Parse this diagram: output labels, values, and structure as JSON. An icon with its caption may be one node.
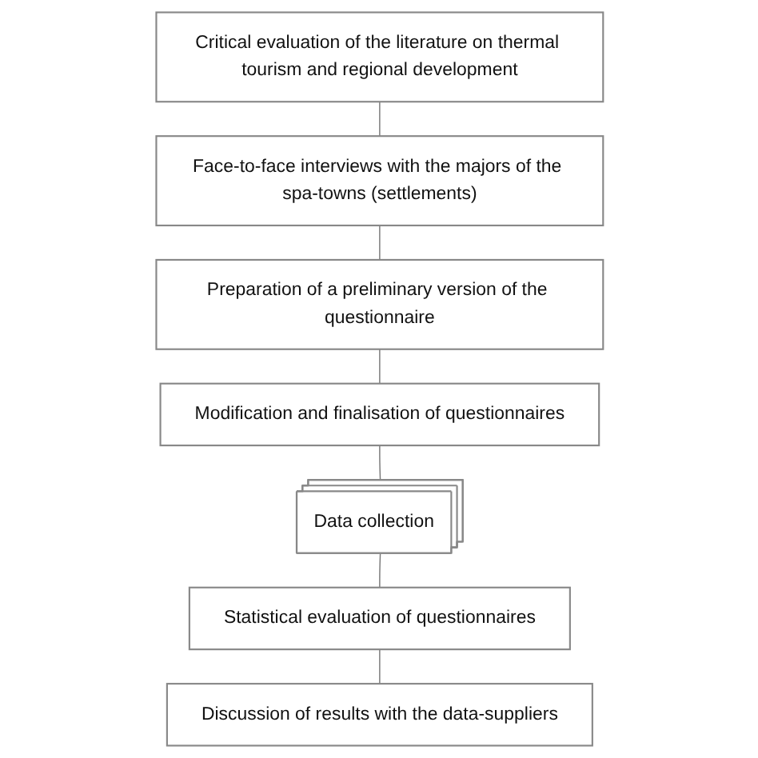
{
  "diagram": {
    "nodes": [
      {
        "text": [
          "Critical evaluation of the literature on thermal tourism and regional development"
        ]
      },
      {
        "text": [
          "Face-to-face interviews with the majors of the spa-towns (settlements)"
        ]
      },
      {
        "text": [
          "Preparation of a preliminary version of the questionnaire"
        ]
      },
      {
        "text": [
          "Modification and finalisation of questionnaires"
        ]
      },
      {
        "text": [
          "Data collection"
        ]
      },
      {
        "text": [
          "Statistical evaluation of questionnaires"
        ]
      },
      {
        "text": [
          "Discussion of results with the data-suppliers"
        ]
      }
    ],
    "edges": [
      {
        "from": 0,
        "to": 1,
        "arrow": "none"
      },
      {
        "from": 1,
        "to": 2,
        "arrow": "none"
      },
      {
        "from": 2,
        "to": 3,
        "arrow": "none"
      },
      {
        "from": 3,
        "to": 4,
        "arrow": "none"
      },
      {
        "from": 4,
        "to": 5,
        "arrow": "none"
      },
      {
        "from": 5,
        "to": 6,
        "arrow": "none"
      }
    ]
  }
}
